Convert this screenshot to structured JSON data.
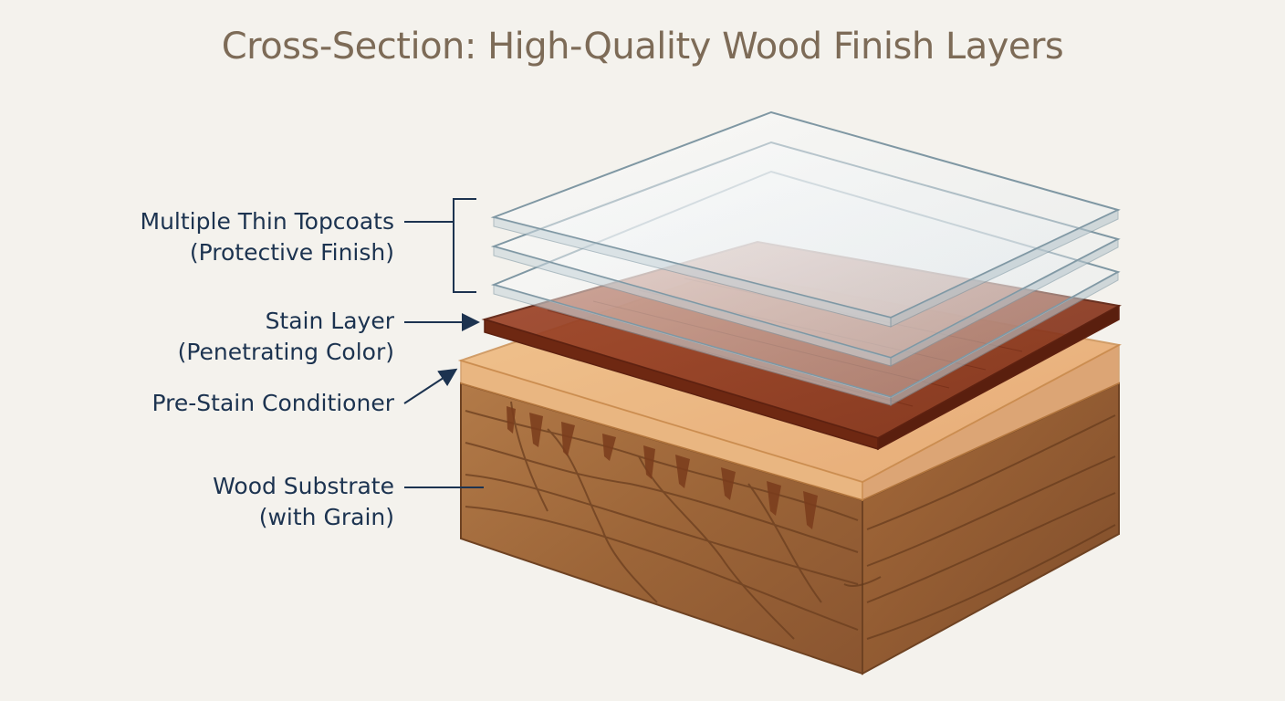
{
  "title": "Cross-Section: High-Quality Wood Finish Layers",
  "labels": {
    "topcoats": {
      "line1": "Multiple Thin Topcoats",
      "line2": "(Protective Finish)"
    },
    "stain": {
      "line1": "Stain Layer",
      "line2": "(Penetrating Color)"
    },
    "conditioner": {
      "line1": "Pre-Stain Conditioner"
    },
    "substrate": {
      "line1": "Wood Substrate",
      "line2": "(with Grain)"
    }
  },
  "colors": {
    "background": "#f4f2ed",
    "title": "#7d6b57",
    "label_text": "#1c3350",
    "stain": "#8b3a1e",
    "conditioner": "#e8a466",
    "wood": "#a86b3c",
    "glass_edge": "#7f97a3"
  }
}
